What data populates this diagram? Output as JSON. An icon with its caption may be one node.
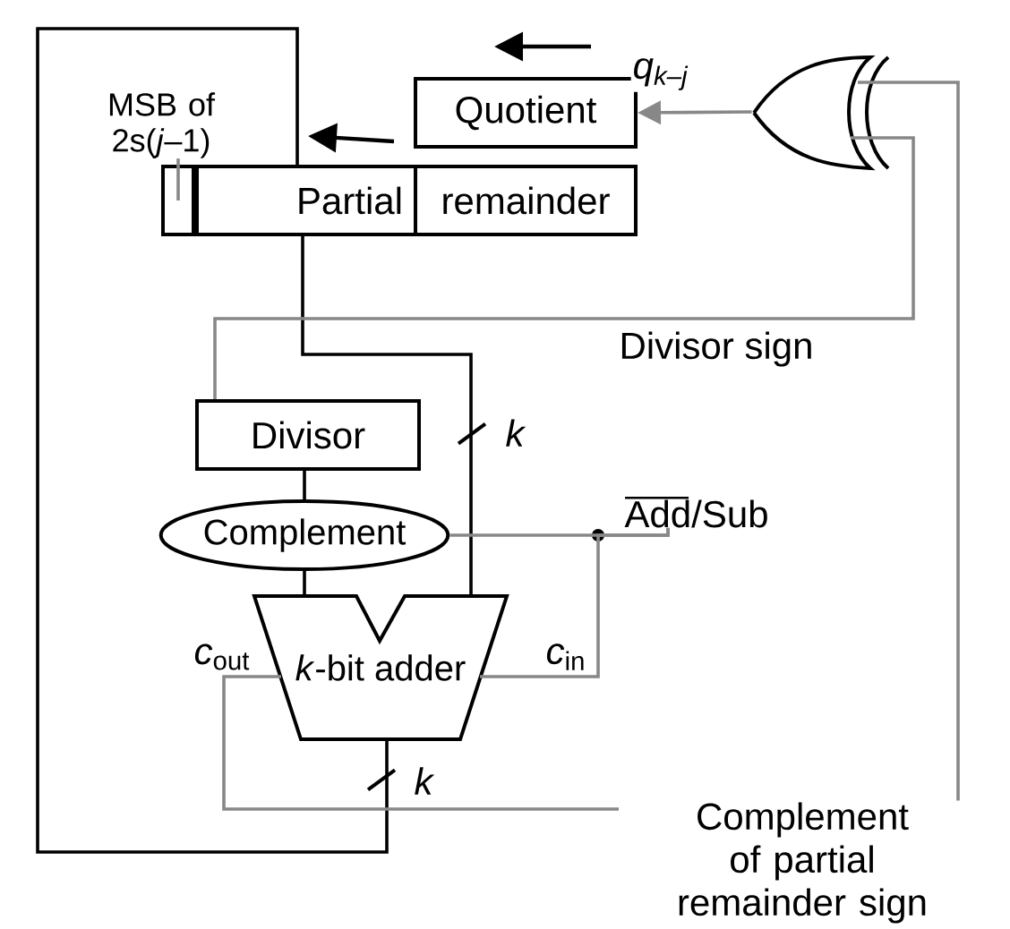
{
  "diagram": {
    "nodes": [
      {
        "text": [
          "MSB of 2s(*j*–1)"
        ]
      },
      {
        "text": [],
        "shape": "box"
      },
      {
        "text": [
          "Partial"
        ]
      },
      {
        "text": [
          "remainder"
        ]
      },
      {
        "text": [
          "Quotient"
        ]
      },
      {
        "text": [],
        "shape": "gate"
      },
      {
        "text": [
          "Divisor"
        ]
      },
      {
        "text": [
          "Complement"
        ]
      },
      {
        "text": [
          "*k*-bit adder"
        ]
      },
      {
        "text": [
          "Add/Sub"
        ]
      }
    ],
    "edges": [
      {
        "from": 0,
        "to": 1,
        "arrow": "none"
      },
      {
        "from": 5,
        "to": 4,
        "arrow": "to",
        "label": "q$_{k–j}$"
      },
      {
        "from": 2,
        "to": 8,
        "arrow": "none",
        "label": "k",
        "color": "#000000"
      },
      {
        "from": 6,
        "to": 7,
        "arrow": "none",
        "color": "#000000"
      },
      {
        "from": 7,
        "to": 8,
        "arrow": "none",
        "color": "#000000"
      },
      {
        "from": 8,
        "to": 2,
        "arrow": "none",
        "label": "k",
        "color": "#000000"
      },
      {
        "from": 8,
        "to": 5,
        "arrow": "none",
        "label": "Complement of partial remainder sign"
      },
      {
        "from": 6,
        "to": 5,
        "arrow": "none",
        "label": "Divisor sign"
      },
      {
        "from": 9,
        "to": 7,
        "arrow": "none"
      },
      {
        "from": 9,
        "to": 8,
        "arrow": "none"
      }
    ],
    "labels": [
      "*c*$_{out}$",
      "*c*$_{in}$"
    ]
  }
}
